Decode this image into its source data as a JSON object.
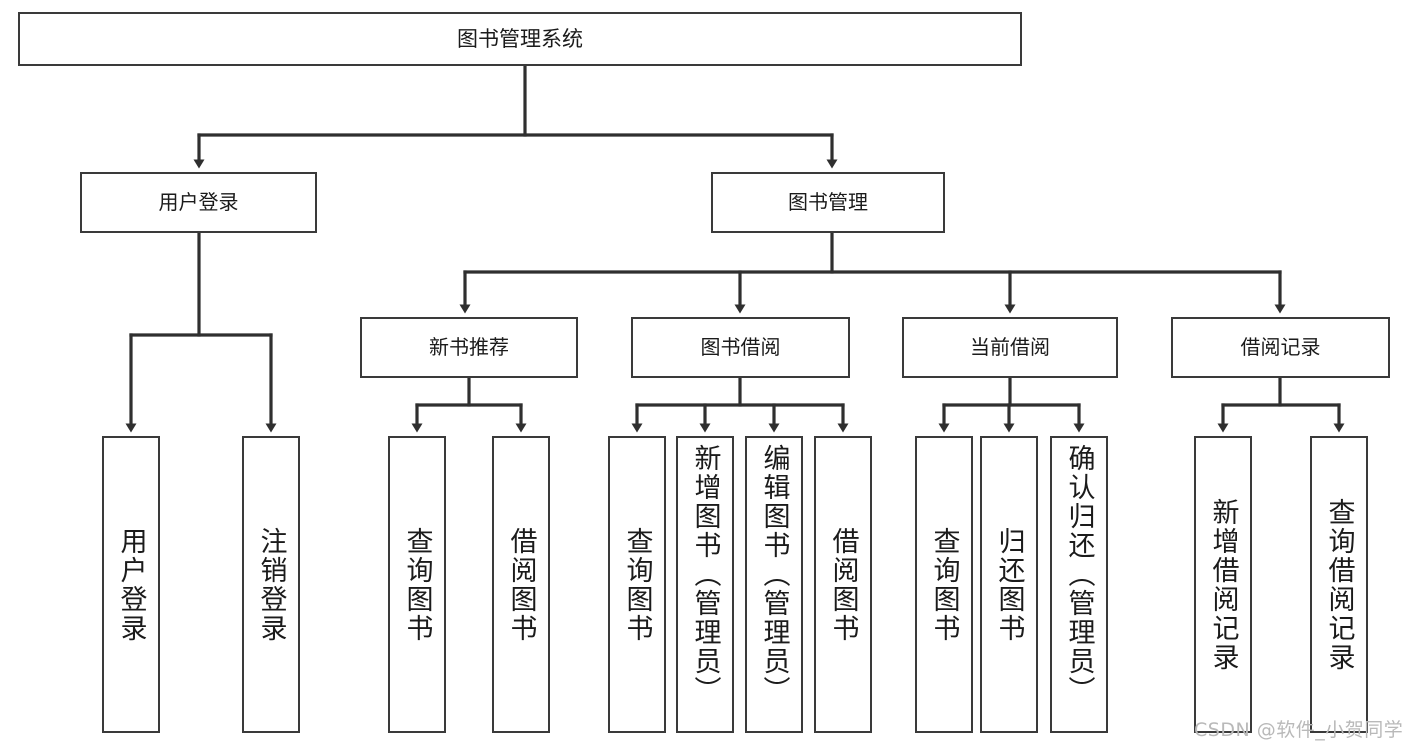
{
  "diagram": {
    "title": "图书管理系统",
    "type": "tree",
    "root": {
      "label": "图书管理系统"
    },
    "level2": [
      {
        "label": "用户登录"
      },
      {
        "label": "图书管理"
      }
    ],
    "level3": [
      {
        "label": "新书推荐"
      },
      {
        "label": "图书借阅"
      },
      {
        "label": "当前借阅"
      },
      {
        "label": "借阅记录"
      }
    ],
    "leaves": {
      "user_login": [
        {
          "label": "用户登录"
        },
        {
          "label": "注销登录"
        }
      ],
      "new_book_recommend": [
        {
          "label": "查询图书"
        },
        {
          "label": "借阅图书"
        }
      ],
      "book_borrow": [
        {
          "label": "查询图书"
        },
        {
          "label": "新增图书（管理员）"
        },
        {
          "label": "编辑图书（管理员）"
        },
        {
          "label": "借阅图书"
        }
      ],
      "current_borrow": [
        {
          "label": "查询图书"
        },
        {
          "label": "归还图书"
        },
        {
          "label": "确认归还（管理员）"
        }
      ],
      "borrow_record": [
        {
          "label": "新增借阅记录"
        },
        {
          "label": "查询借阅记录"
        }
      ]
    }
  },
  "watermark": {
    "text": "CSDN @软件_小贺同学"
  },
  "colors": {
    "border": "#3a3a3a",
    "text": "#1b1b1b",
    "background": "#ffffff",
    "connector": "#2f2f2f",
    "watermark": "#b9b9b9"
  }
}
